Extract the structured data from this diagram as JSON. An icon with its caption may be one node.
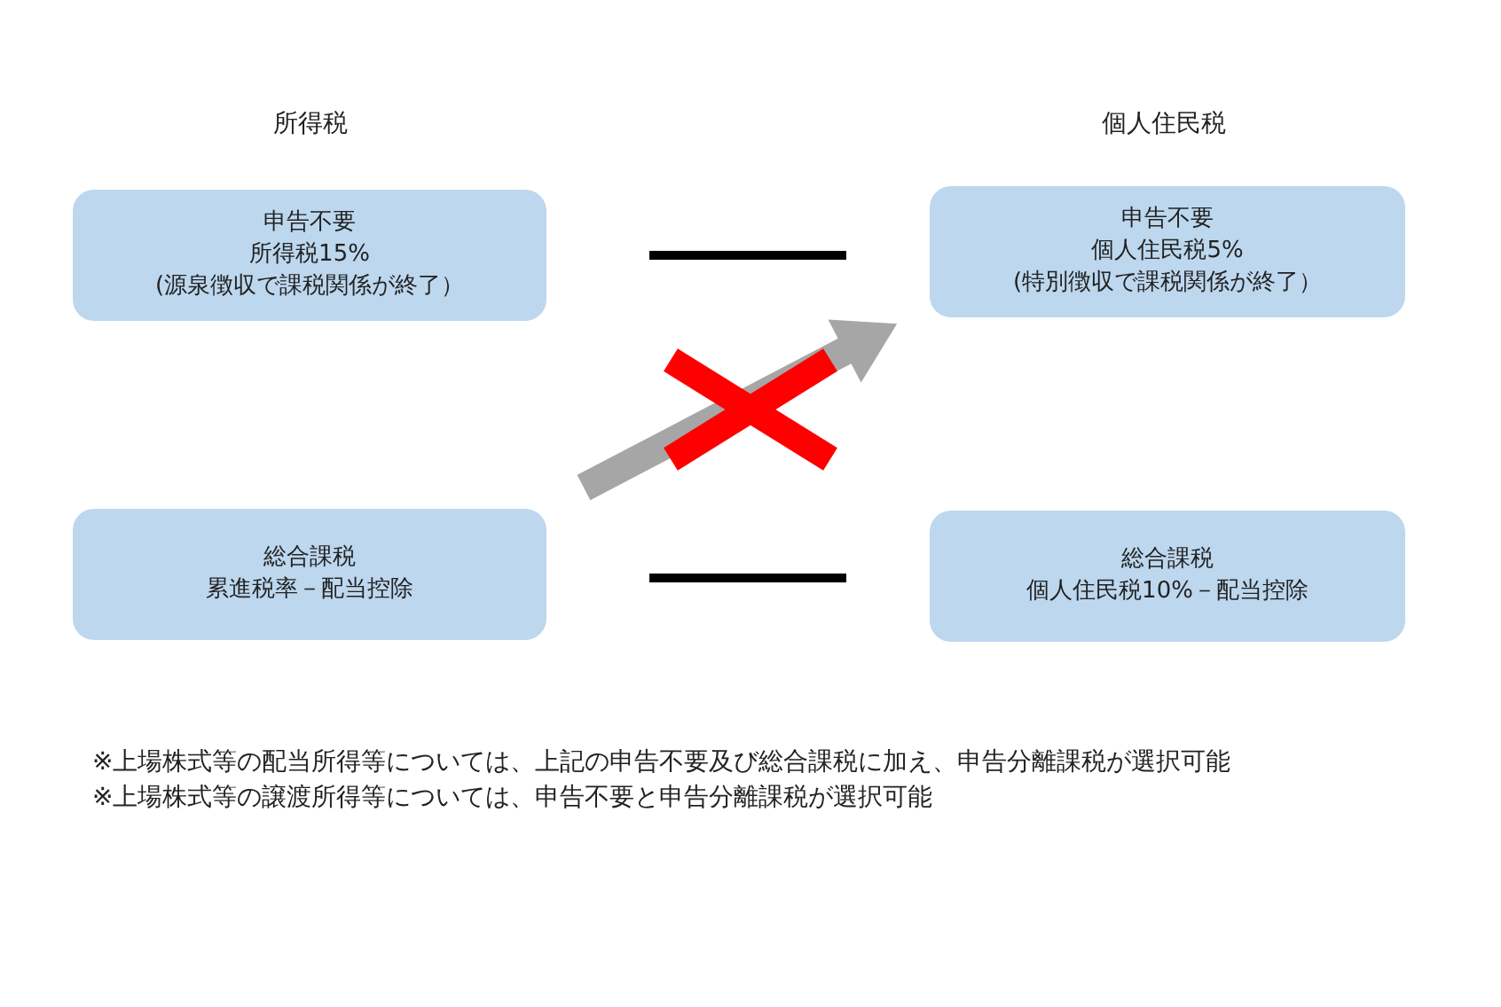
{
  "diagram": {
    "nodes": [
      {
        "text": [
          "申告不要",
          "所得税15%",
          "(源泉徴収で課税関係が終了）"
        ]
      },
      {
        "text": [
          "申告不要",
          "個人住民税5%",
          "(特別徴収で課税関係が終了）"
        ]
      },
      {
        "text": [
          "総合課税",
          "累進税率－配当控除"
        ]
      },
      {
        "text": [
          "総合課税",
          "個人住民税10%－配当控除"
        ]
      }
    ],
    "edges": [
      {
        "from": 0,
        "to": 1,
        "arrow": "none"
      },
      {
        "from": 2,
        "to": 3,
        "arrow": "none"
      },
      {
        "from": 2,
        "to": 1,
        "arrow": "to",
        "style": "thick",
        "color": "#a6a6a6"
      }
    ],
    "labels": [
      "所得税",
      "個人住民税",
      "※上場株式等の配当所得等については、上記の申告不要及び総合課税に加え、申告分離課税が選択可能",
      "※上場株式等の譲渡所得等については、申告不要と申告分離課税が選択可能"
    ]
  }
}
